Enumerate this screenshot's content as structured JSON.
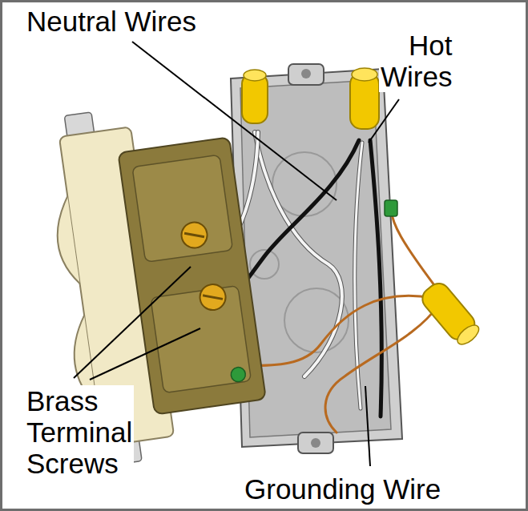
{
  "diagram": {
    "labels": [
      "Neutral Wires",
      "Hot Wires",
      "Brass Terminal Screws",
      "Grounding Wire"
    ]
  }
}
